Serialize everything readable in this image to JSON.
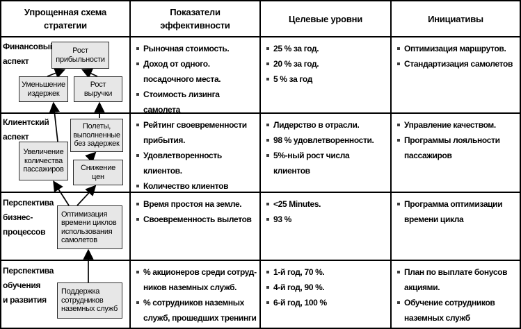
{
  "headers": [
    "Упрощенная схема\nстратегии",
    "Показатели\nэффективности",
    "Целевые уровни",
    "Инициативы"
  ],
  "perspectives": [
    {
      "label": "Финансовый\nаспект",
      "indicators": [
        "Рыночная стоимость.",
        "Доход от одного.\nпосадочного места.",
        "Стоимость лизинга самолета"
      ],
      "targets": [
        "25 % за год.",
        "20 % за год.",
        "5 % за год"
      ],
      "initiatives": [
        "Оптимизация маршрутов.",
        "Стандартизация самолетов"
      ]
    },
    {
      "label": "Клиентский\nаспект",
      "indicators": [
        "Рейтинг своевременности\nприбытия.",
        "Удовлетворенность клиентов.",
        "Количество клиентов"
      ],
      "targets": [
        "Лидерство в отрасли.",
        "98 % удовлетворенности.",
        "5%-ный рост числа\nклиентов"
      ],
      "initiatives": [
        "Управление качеством.",
        "Программы лояльности\nпассажиров"
      ]
    },
    {
      "label": "Перспектива\nбизнес-\nпроцессов",
      "indicators": [
        "Время простоя на земле.",
        "Своевременность вылетов"
      ],
      "targets": [
        "<25  Minutes.",
        "93 %"
      ],
      "initiatives": [
        "Программа оптимизации\nвремени цикла"
      ]
    },
    {
      "label": "Перспектива\nобучения\nи развития",
      "indicators": [
        "% акционеров среди сотруд-\nников наземных служб.",
        "% сотрудников наземных\nслужб, прошедших тренинги"
      ],
      "targets": [
        "1-й год,  70 %.",
        "4-й год,  90 %.",
        "6-й год, 100 %"
      ],
      "initiatives": [
        "План по выплате бонусов\nакциями.",
        "Обучение сотрудников\nназемных служб"
      ]
    }
  ],
  "diagram_boxes": [
    "Рост\nприбыльности",
    "Уменьшение\nиздержек",
    "Рост\nвыручки",
    "Полеты,\nвыполненные\nбез задержек",
    "Увеличение\nколичества\nпассажиров",
    "Снижение\nцен",
    "Оптимизация\nвремени циклов\nиспользования\nсамолетов",
    "Поддержка\nсотрудников\nназемных служб"
  ],
  "colors": {
    "box_fill": "#e7e7e7",
    "line": "#000000",
    "bullet_marker": "#3d3d3d"
  }
}
